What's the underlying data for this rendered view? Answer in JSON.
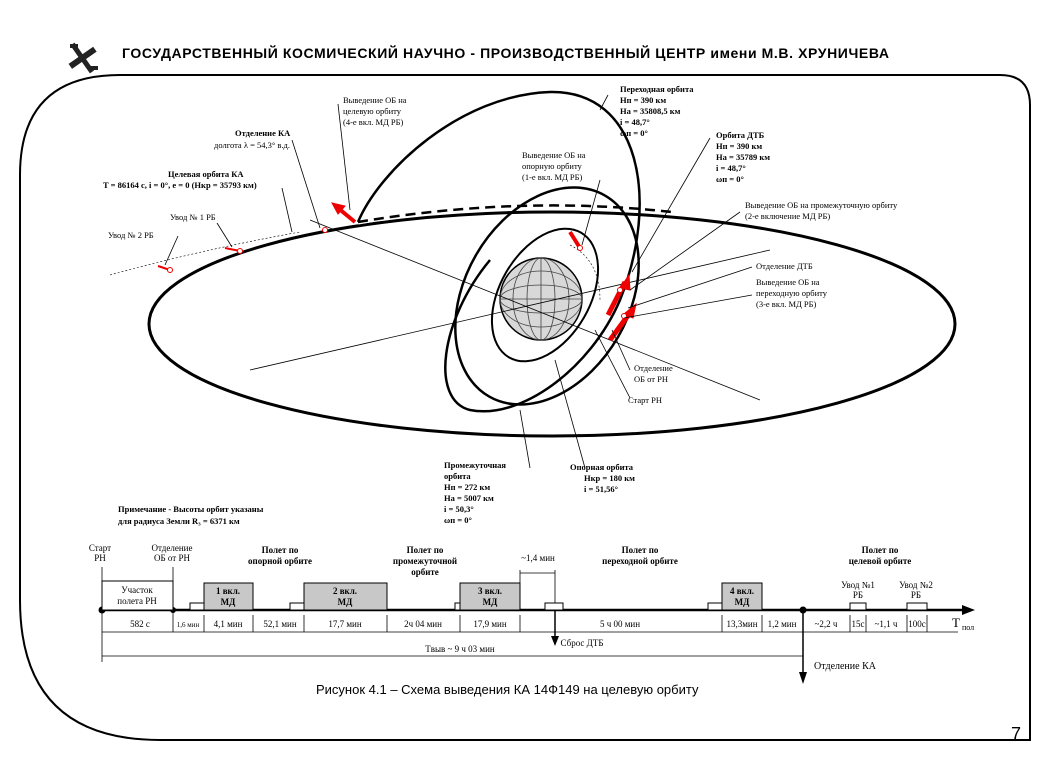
{
  "header": "ГОСУДАРСТВЕННЫЙ КОСМИЧЕСКИЙ НАУЧНО - ПРОИЗВОДСТВЕННЫЙ ЦЕНТР имени М.В. ХРУНИЧЕВА",
  "caption": "Рисунок 4.1 – Схема выведения КА 14Ф149 на целевую орбиту",
  "page_number": "7",
  "labels": {
    "vyvedenie_ob_4": [
      "Выведение ОБ на",
      "целевую орбиту",
      "(4-е вкл. МД РБ)"
    ],
    "otdelenie_ka": [
      "Отделение КА",
      "долгота λ = 54,3° в.д."
    ],
    "celevaya": [
      "Целевая орбита КА",
      "T = 86164 с, i = 0°, e = 0 (Hкр = 35793 км)"
    ],
    "uvod1": "Увод № 1  РБ",
    "uvod2": "Увод № 2  РБ",
    "vyvedenie_ob_1": [
      "Выведение ОБ на",
      "опорную орбиту",
      "(1-е вкл. МД РБ)"
    ],
    "perehodnaya": [
      "Переходная орбита",
      "Hп = 390 км",
      "Hа = 35808,5 км",
      "i = 48,7°",
      "ωп = 0°"
    ],
    "orbita_dtb": [
      "Орбита ДТБ",
      "Hп = 390 км",
      "Hа = 35789 км",
      "i = 48,7°",
      "ωп = 0°"
    ],
    "vyvedenie_ob_2": [
      "Выведение ОБ на промежуточную орбиту",
      "(2-е включение МД РБ)"
    ],
    "otdelenie_dtb": "Отделение ДТБ",
    "vyvedenie_ob_3": [
      "Выведение ОБ на",
      "переходную орбиту",
      "(3-е вкл. МД РБ)"
    ],
    "otdelenie_ob_rn": [
      "Отделение",
      "ОБ от РН"
    ],
    "start_rn": "Старт РН",
    "promezhutochnaya": [
      "Промежуточная",
      "орбита",
      "Hп = 272 км",
      "Hа = 5007 км",
      "i = 50,3°",
      "ωп = 0°"
    ],
    "opornaya": [
      "Опорная орбита",
      "Hкр = 180 км",
      "i = 51,56°"
    ],
    "primechanie": [
      "Примечание - Высоты орбит указаны",
      "для радиуса Земли R₃ = 6371 км"
    ]
  },
  "timeline": {
    "top_labels": [
      "Старт",
      "РН",
      "Отделение",
      "ОБ от РН",
      "Полет по",
      "опорной орбите",
      "Полет по",
      "промежуточной",
      "орбите",
      "~1,4 мин",
      "Полет по",
      "переходной орбите",
      "Полет по",
      "целевой орбите",
      "Увод №1",
      "РБ",
      "Увод №2",
      "РБ"
    ],
    "boxes": [
      "Участок",
      "полета РН",
      "1 вкл.",
      "МД",
      "2 вкл.",
      "МД",
      "3 вкл.",
      "МД",
      "4 вкл.",
      "МД"
    ],
    "durations": [
      "582 с",
      "1,6 мин",
      "4,1 мин",
      "52,1 мин",
      "17,7 мин",
      "2ч 04 мин",
      "17,9 мин",
      "5 ч 00 мин",
      "13,3мин",
      "1,2 мин",
      "~2,2 ч",
      "15с",
      "~1,1 ч",
      "100с"
    ],
    "axis_label": "T",
    "axis_sub": "пол",
    "total": "Tвыв ~ 9 ч 03 мин",
    "sbros_dtb": "Сброс ДТБ",
    "otdelenie_ka": "Отделение КА"
  }
}
